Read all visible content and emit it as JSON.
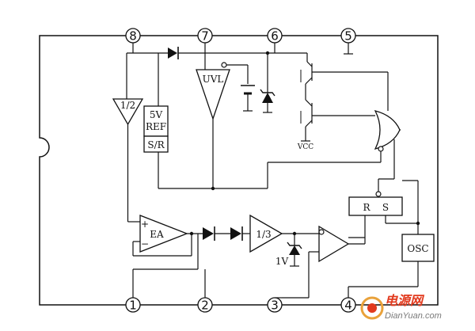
{
  "pins": [
    "1",
    "2",
    "3",
    "4",
    "5",
    "6",
    "7",
    "8"
  ],
  "blocks": {
    "half": "1/2",
    "ref_line1": "5V",
    "ref_line2": "REF",
    "sr": "S/R",
    "uvl": "UVL",
    "ea": "EA",
    "ea_plus": "+",
    "ea_minus": "−",
    "third": "1/3",
    "one_v": "1V",
    "latch_r": "R",
    "latch_s": "S",
    "osc": "OSC",
    "vcc": "VCC"
  },
  "watermark": {
    "brand": "电源网",
    "url": "DianYuan.com"
  },
  "colors": {
    "line": "#111111",
    "background": "#ffffff",
    "watermark_red": "#e23a1e"
  }
}
